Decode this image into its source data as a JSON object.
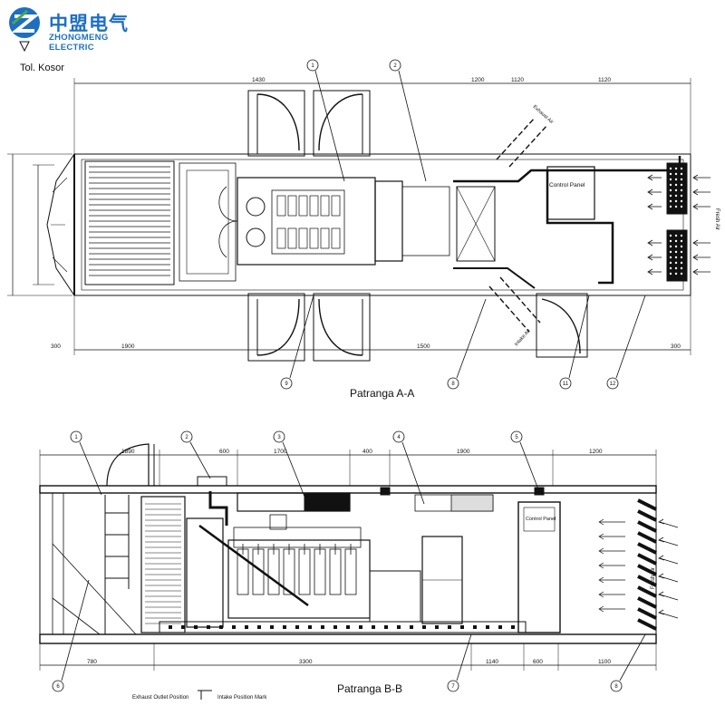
{
  "logo": {
    "name_cn": "中盟电气",
    "name_en": "ZHONGMENG ELECTRIC",
    "brand_color": "#1e6fc0",
    "accent_color": "#4aa84a"
  },
  "drawing": {
    "corner_note": "Tol. Kosor",
    "line_color": "#111111",
    "section_aa": {
      "title": "Patranga A-A",
      "dims_top": [
        "1430",
        "1200",
        "1120",
        "1120"
      ],
      "dims_bottom": [
        "300",
        "1900",
        "1500",
        "300"
      ],
      "callouts_top": [
        "1",
        "2"
      ],
      "callouts_bottom": [
        "9",
        "8",
        "11",
        "12"
      ],
      "box_label": "Control Panel",
      "arrow_label_top": "Exhaust Air",
      "arrow_label_bottom": "Intake Air",
      "side_label": "Fresh Air"
    },
    "section_bb": {
      "title": "Patranga B-B",
      "dims_top": [
        "1890",
        "600",
        "1700",
        "400",
        "1900",
        "1200"
      ],
      "dims_bottom": [
        "780",
        "3300",
        "1140",
        "600",
        "1100"
      ],
      "callouts_top": [
        "1",
        "2",
        "3",
        "4",
        "5"
      ],
      "callouts_bottom": [
        "6",
        "7",
        "8"
      ],
      "panel_label": "Control Panel",
      "side_label": "Fresh Air",
      "legend": [
        "Exhaust Outlet Position",
        "Intake Position Mark"
      ]
    }
  }
}
